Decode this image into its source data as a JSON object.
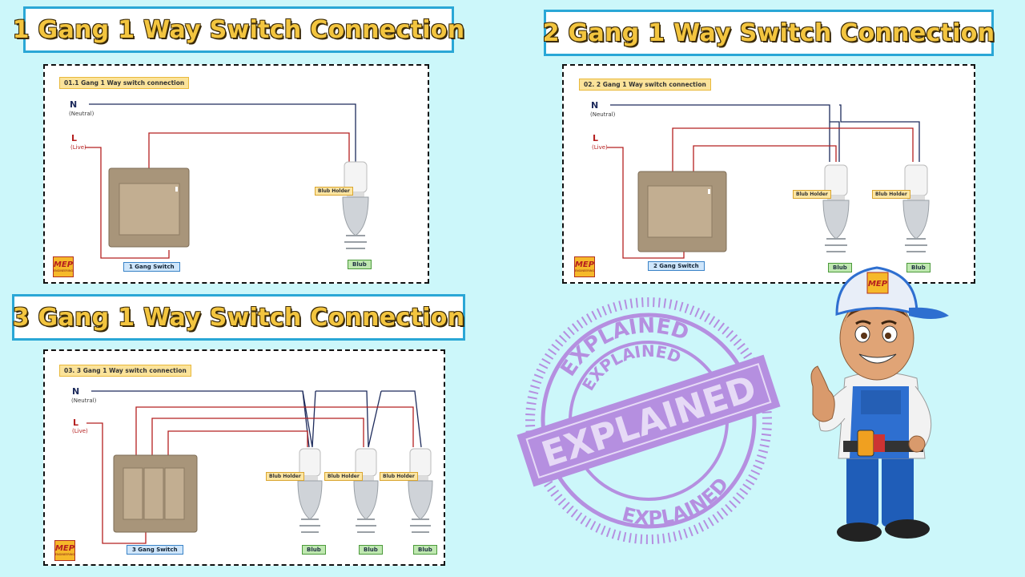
{
  "titles": {
    "one_gang": "1 Gang 1 Way Switch Connection",
    "two_gang": "2 Gang 1 Way Switch Connection",
    "three_gang": "3 Gang 1 Way Switch Connection"
  },
  "diagram1": {
    "title": "01.1 Gang 1 Way switch connection",
    "neutral": "N",
    "neutral_sub": "(Neutral)",
    "live": "L",
    "live_sub": "(Live)",
    "holder": "Blub Holder",
    "bulb": "Blub",
    "switch": "1 Gang Switch"
  },
  "diagram2": {
    "title": "02. 2 Gang 1 Way switch connection",
    "neutral": "N",
    "neutral_sub": "(Neutral)",
    "live": "L",
    "live_sub": "(Live)",
    "holders": [
      "Blub Holder",
      "Blub Holder"
    ],
    "bulbs": [
      "Blub",
      "Blub"
    ],
    "switch": "2 Gang Switch"
  },
  "diagram3": {
    "title": "03. 3 Gang 1 Way switch connection",
    "neutral": "N",
    "neutral_sub": "(Neutral)",
    "live": "L",
    "live_sub": "(Live)",
    "holders": [
      "Blub Holder",
      "Blub Holder",
      "Blub Holder"
    ],
    "bulbs": [
      "Blub",
      "Blub",
      "Blub"
    ],
    "switch": "3 Gang Switch"
  },
  "logo": {
    "main": "MEP",
    "sub": "ENGINEERING"
  },
  "stamp": {
    "center": "EXPLAINED",
    "top_arc": "EXPLAINED",
    "bottom_arc": "EXPLAINED",
    "inner_top": "EXPLAINED",
    "color": "#b58fe0"
  },
  "colors": {
    "background": "#ccf7fa",
    "title_border": "#2aa7d6",
    "title_text": "#f3c53f",
    "neutral_wire": "#1d2b5c",
    "live_wire": "#b52020"
  }
}
